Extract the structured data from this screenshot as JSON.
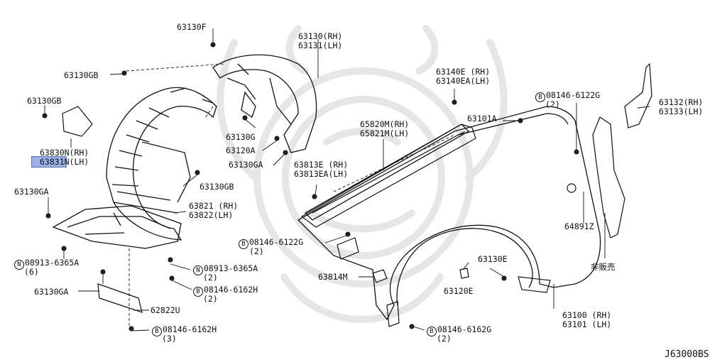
{
  "diagram": {
    "code": "J63000BS",
    "labels": {
      "p63130F": "63130F",
      "p63130GB_a": "63130GB",
      "p63130GB_b": "63130GB",
      "p63130GB_c": "63130GB",
      "p63830N": "63830N(RH)",
      "p63831N": "63831N(LH)",
      "p63130GA_a": "63130GA",
      "p63130GA_b": "63130GA",
      "p63130GA_c": "63130GA",
      "p08913_a": "08913-6365A",
      "p08913_a_qty": "(6)",
      "p08913_b": "08913-6365A",
      "p08913_b_qty": "(2)",
      "p08146_6162H_a": "08146-6162H",
      "p08146_6162H_a_qty": "(2)",
      "p08146_6162H_b": "08146-6162H",
      "p08146_6162H_b_qty": "(3)",
      "p62822U": "62822U",
      "p63130_rh": "63130(RH)",
      "p63131_lh": "63131(LH)",
      "p63130G": "63130G",
      "p63120A": "63120A",
      "p63821": "63821 (RH)",
      "p63822": "63822(LH)",
      "p08146_6122G_a": "08146-6122G",
      "p08146_6122G_a_qty": "(2)",
      "p08146_6122G_b": "08146-6122G",
      "p08146_6122G_b_qty": "(2)",
      "p63813E": "63813E (RH)",
      "p63813EA": "63813EA(LH)",
      "p65820M": "65820M(RH)",
      "p65821M": "65821M(LH)",
      "p63140E": "63140E (RH)",
      "p63140EA": "63140EA(LH)",
      "p63101A": "63101A",
      "p63132": "63132(RH)",
      "p63133": "63133(LH)",
      "p64891Z": "64891Z",
      "p_notsold": "非販売",
      "p63814M": "63814M",
      "p63130E": "63130E",
      "p63120E": "63120E",
      "p08146_6162G": "08146-6162G",
      "p08146_6162G_qty": "(2)",
      "p63100": "63100 (RH)",
      "p63101": "63101 (LH)",
      "mark_N": "N",
      "mark_B": "B"
    }
  }
}
